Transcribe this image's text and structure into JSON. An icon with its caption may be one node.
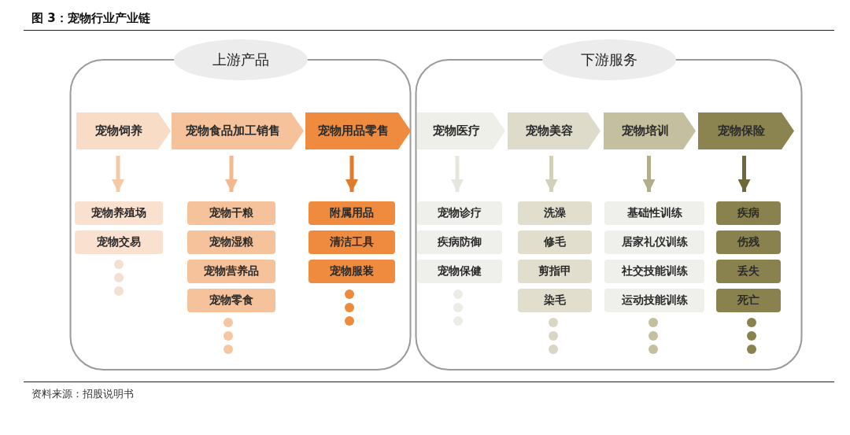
{
  "diagram": {
    "title": "图 3：宠物行业产业链",
    "caption": "资料来源：招股说明书",
    "nodes": [
      {
        "text": [
          "上游产品"
        ]
      },
      {
        "text": [
          "宠物饲养"
        ],
        "in": 0
      },
      {
        "text": [
          "宠物食品加工销售"
        ],
        "in": 0
      },
      {
        "text": [
          "宠物用品零售"
        ],
        "in": 0
      },
      {
        "text": [
          "宠物养殖场"
        ],
        "in": 0
      },
      {
        "text": [
          "宠物交易"
        ],
        "in": 0
      },
      {
        "text": [
          "宠物干粮"
        ],
        "in": 0
      },
      {
        "text": [
          "宠物湿粮"
        ],
        "in": 0
      },
      {
        "text": [
          "宠物营养品"
        ],
        "in": 0
      },
      {
        "text": [
          "宠物零食"
        ],
        "in": 0
      },
      {
        "text": [
          "附属用品"
        ],
        "in": 0
      },
      {
        "text": [
          "清洁工具"
        ],
        "in": 0
      },
      {
        "text": [
          "宠物服装"
        ],
        "in": 0
      },
      {
        "text": [
          "下游服务"
        ]
      },
      {
        "text": [
          "宠物医疗"
        ],
        "in": 13
      },
      {
        "text": [
          "宠物美容"
        ],
        "in": 13
      },
      {
        "text": [
          "宠物培训"
        ],
        "in": 13
      },
      {
        "text": [
          "宠物保险"
        ],
        "in": 13
      },
      {
        "text": [
          "宠物诊疗"
        ],
        "in": 13
      },
      {
        "text": [
          "疾病防御"
        ],
        "in": 13
      },
      {
        "text": [
          "宠物保健"
        ],
        "in": 13
      },
      {
        "text": [
          "洗澡"
        ],
        "in": 13
      },
      {
        "text": [
          "修毛"
        ],
        "in": 13
      },
      {
        "text": [
          "剪指甲"
        ],
        "in": 13
      },
      {
        "text": [
          "染毛"
        ],
        "in": 13
      },
      {
        "text": [
          "基础性训练"
        ],
        "in": 13
      },
      {
        "text": [
          "居家礼仪训练"
        ],
        "in": 13
      },
      {
        "text": [
          "社交技能训练"
        ],
        "in": 13
      },
      {
        "text": [
          "运动技能训练"
        ],
        "in": 13
      },
      {
        "text": [
          "疾病"
        ],
        "in": 13
      },
      {
        "text": [
          "伤残"
        ],
        "in": 13
      },
      {
        "text": [
          "丢失"
        ],
        "in": 13
      },
      {
        "text": [
          "死亡"
        ],
        "in": 13
      }
    ],
    "edges": [
      {
        "from": 1,
        "to": 4,
        "arrow": "to",
        "color": "#f5c9a6"
      },
      {
        "from": 2,
        "to": 6,
        "arrow": "to",
        "color": "#f3b88e"
      },
      {
        "from": 3,
        "to": 10,
        "arrow": "to",
        "color": "#e07a2c"
      },
      {
        "from": 14,
        "to": 18,
        "arrow": "to",
        "color": "#e6e6df"
      },
      {
        "from": 15,
        "to": 21,
        "arrow": "to",
        "color": "#d2cfbb"
      },
      {
        "from": 16,
        "to": 25,
        "arrow": "to",
        "color": "#b2ad8b"
      },
      {
        "from": 17,
        "to": 29,
        "arrow": "to",
        "color": "#6f6838"
      }
    ]
  }
}
